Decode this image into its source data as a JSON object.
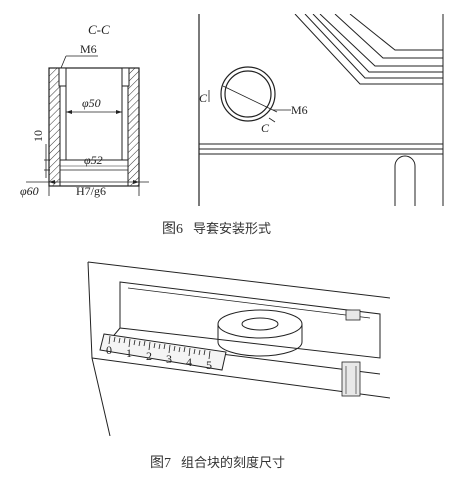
{
  "figure6": {
    "section_label": "C-C",
    "thread_label": "M6",
    "inner_dia": "φ50",
    "dim_height": "10",
    "bottom_dia": "φ52",
    "outer_dia": "φ60",
    "fit": "H7/g6",
    "thread_label_right": "M6",
    "section_mark_top": "C",
    "section_mark_bottom": "C",
    "caption_number": "图6",
    "caption_text": "导套安装形式"
  },
  "figure7": {
    "scale_labels": [
      "0",
      "1",
      "2",
      "3",
      "4",
      "5"
    ],
    "caption_number": "图7",
    "caption_text": "组合块的刻度尺寸"
  }
}
